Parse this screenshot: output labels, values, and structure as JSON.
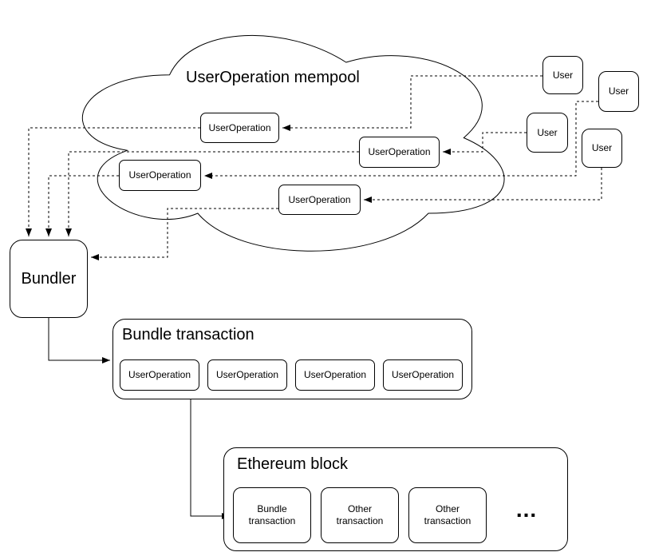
{
  "mempool": {
    "title": "UserOperation mempool",
    "nodes": [
      {
        "label": "UserOperation"
      },
      {
        "label": "UserOperation"
      },
      {
        "label": "UserOperation"
      },
      {
        "label": "UserOperation"
      }
    ]
  },
  "users": [
    {
      "label": "User"
    },
    {
      "label": "User"
    },
    {
      "label": "User"
    },
    {
      "label": "User"
    }
  ],
  "bundler": {
    "label": "Bundler"
  },
  "bundle": {
    "title": "Bundle transaction",
    "nodes": [
      {
        "label": "UserOperation"
      },
      {
        "label": "UserOperation"
      },
      {
        "label": "UserOperation"
      },
      {
        "label": "UserOperation"
      }
    ]
  },
  "ethereum": {
    "title": "Ethereum block",
    "nodes": [
      {
        "label": "Bundle transaction"
      },
      {
        "label": "Other transaction"
      },
      {
        "label": "Other transaction"
      }
    ],
    "more": "..."
  },
  "colors": {
    "stroke": "#000000",
    "background": "#ffffff"
  }
}
